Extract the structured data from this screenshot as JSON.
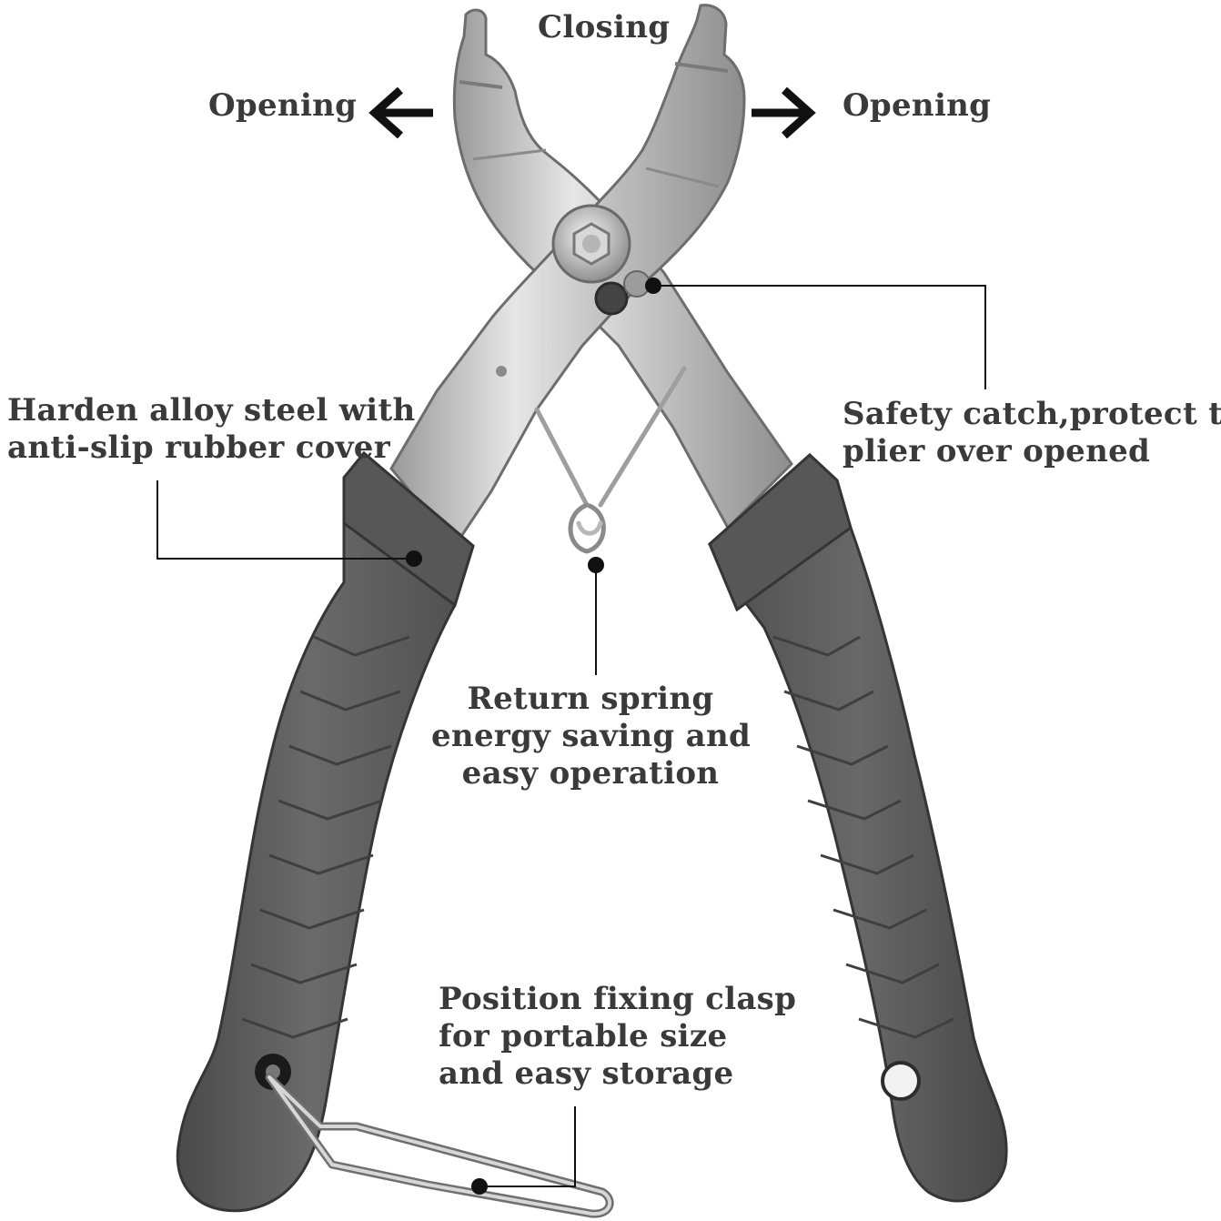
{
  "labels": {
    "closing": "Closing",
    "opening_left": "Opening",
    "opening_right": "Opening",
    "harden": [
      "Harden alloy steel with",
      "anti-slip rubber cover"
    ],
    "safety": [
      "Safety catch,protect the",
      "plier over opened"
    ],
    "spring": [
      "Return spring",
      "energy saving and",
      "easy operation"
    ],
    "clasp": [
      "Position fixing clasp",
      "for portable size",
      "and easy storage"
    ]
  },
  "colors": {
    "text": "#3a3a3a",
    "handle": "#5f5f5f",
    "handle_dark": "#3f3f3f",
    "steel": "#c9c9c9",
    "leader": "#111111"
  },
  "icons": [
    "arrow-left-icon",
    "arrow-right-icon",
    "pliers-illustration"
  ]
}
